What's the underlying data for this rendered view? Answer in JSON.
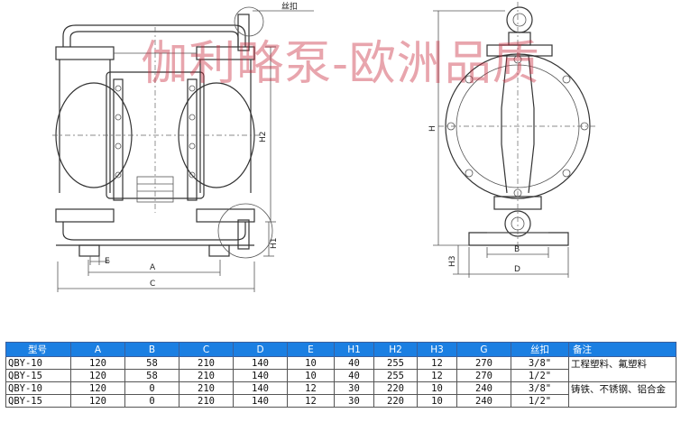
{
  "watermark": "伽利略泵-欧洲品质",
  "labels": {
    "si_kou": "丝扣",
    "A": "A",
    "B": "B",
    "C": "C",
    "D": "D",
    "E": "E",
    "H": "H",
    "H1": "H1",
    "H2": "H2",
    "H3": "H3"
  },
  "table": {
    "headers": [
      "型号",
      "A",
      "B",
      "C",
      "D",
      "E",
      "H1",
      "H2",
      "H3",
      "G",
      "丝扣",
      "备注"
    ],
    "rows": [
      [
        "QBY-10",
        "120",
        "58",
        "210",
        "140",
        "10",
        "40",
        "255",
        "12",
        "270",
        "3/8\""
      ],
      [
        "QBY-15",
        "120",
        "58",
        "210",
        "140",
        "10",
        "40",
        "255",
        "12",
        "270",
        "1/2\""
      ],
      [
        "QBY-10",
        "120",
        "0",
        "210",
        "140",
        "12",
        "30",
        "220",
        "10",
        "240",
        "3/8\""
      ],
      [
        "QBY-15",
        "120",
        "0",
        "210",
        "140",
        "12",
        "30",
        "220",
        "10",
        "240",
        "1/2\""
      ]
    ],
    "notes": [
      "工程塑料、氟塑料",
      "铸铁、不锈钢、铝合金"
    ]
  }
}
